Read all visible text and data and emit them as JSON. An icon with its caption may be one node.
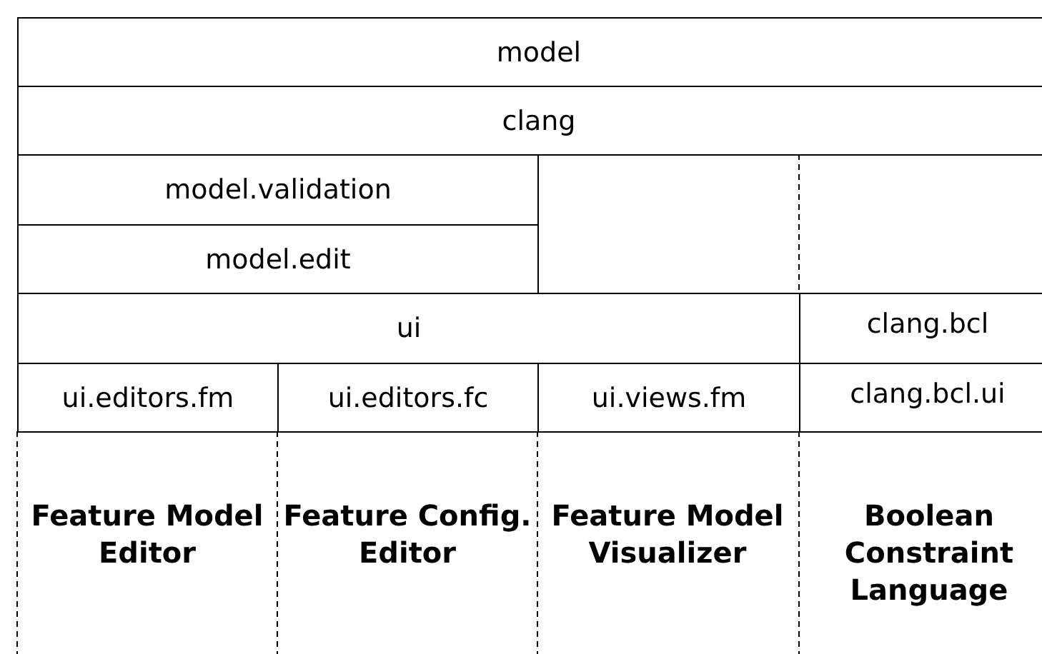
{
  "diagram": {
    "nodes": [
      {
        "text": [
          "model"
        ]
      },
      {
        "text": [
          "clang"
        ]
      },
      {
        "text": [
          "model.validation"
        ]
      },
      {
        "text": [
          "model.edit"
        ]
      },
      {
        "text": [
          "ui"
        ]
      },
      {
        "text": [
          "clang.bcl"
        ]
      },
      {
        "text": [
          "ui.editors.fm"
        ]
      },
      {
        "text": [
          "ui.editors.fc"
        ]
      },
      {
        "text": [
          "ui.views.fm"
        ]
      },
      {
        "text": [
          "clang.bcl.ui"
        ]
      }
    ],
    "edges": [],
    "labels": [
      "Feature Model Editor",
      "Feature Config. Editor",
      "Feature Model Visualizer",
      "Boolean Constraint Language"
    ]
  }
}
